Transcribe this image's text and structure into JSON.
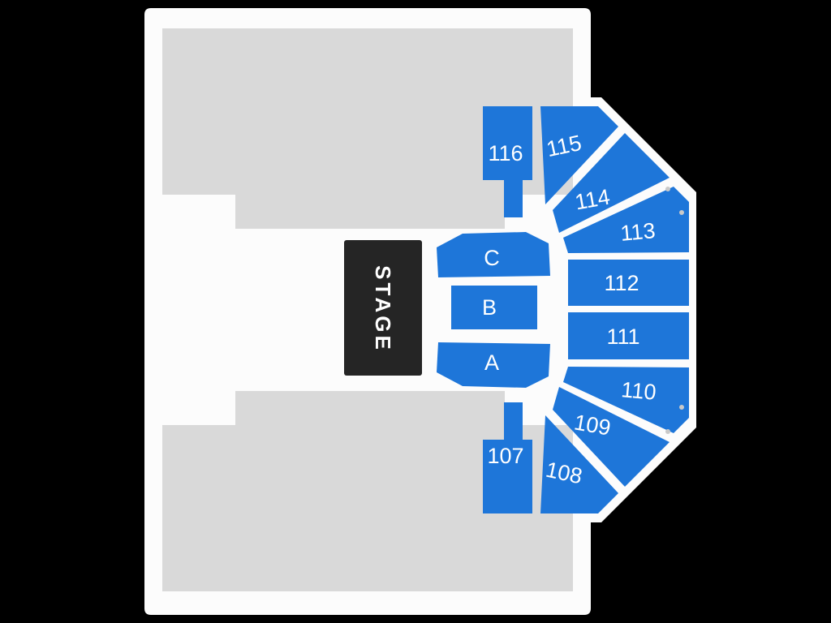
{
  "venue_map": {
    "stage": {
      "label": "STAGE"
    },
    "sections": [
      {
        "id": "116",
        "label": "116"
      },
      {
        "id": "115",
        "label": "115"
      },
      {
        "id": "114",
        "label": "114"
      },
      {
        "id": "113",
        "label": "113"
      },
      {
        "id": "112",
        "label": "112"
      },
      {
        "id": "111",
        "label": "111"
      },
      {
        "id": "110",
        "label": "110"
      },
      {
        "id": "109",
        "label": "109"
      },
      {
        "id": "108",
        "label": "108"
      },
      {
        "id": "107",
        "label": "107"
      },
      {
        "id": "C",
        "label": "C"
      },
      {
        "id": "B",
        "label": "B"
      },
      {
        "id": "A",
        "label": "A"
      }
    ],
    "colors": {
      "background": "#000000",
      "venue_floor": "#fcfcfc",
      "unavailable_block": "#d9d9d9",
      "section_available": "#1e76d9",
      "section_label": "#ffffff",
      "stage_fill": "#252525",
      "stage_label": "#ffffff",
      "corner_dot": "#c9c9c9"
    }
  }
}
